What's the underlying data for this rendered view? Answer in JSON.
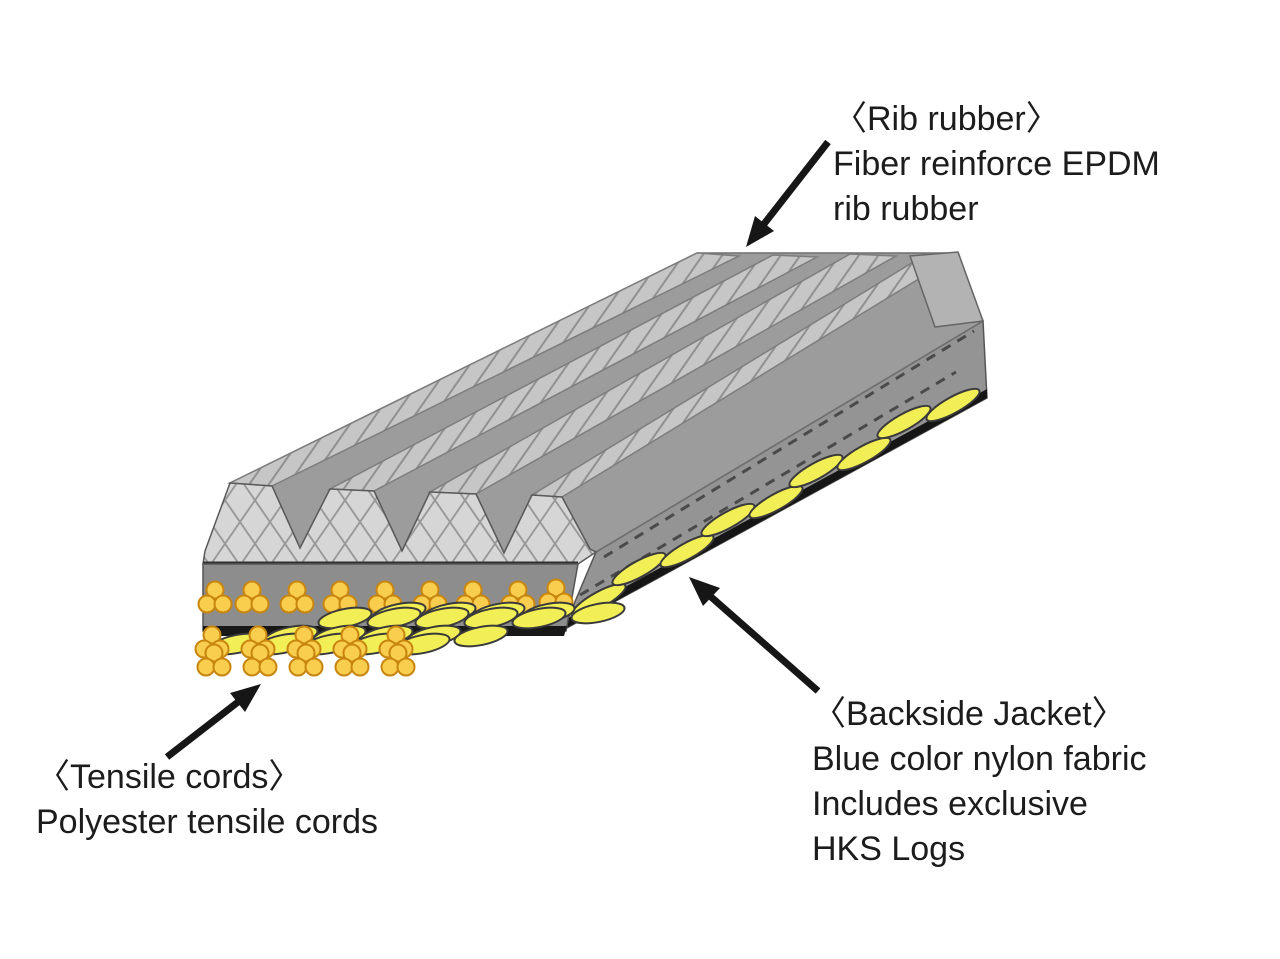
{
  "diagram": {
    "type": "ribbed-belt-construction-diagram",
    "background": "#ffffff",
    "labels": {
      "rib_rubber": {
        "heading": "〈Rib rubber〉",
        "lines": [
          "Fiber reinforce EPDM",
          "rib rubber"
        ]
      },
      "tensile_cords": {
        "heading": "〈Tensile cords〉",
        "lines": [
          "Polyester tensile cords"
        ]
      },
      "backside_jacket": {
        "heading": "〈Backside Jacket〉",
        "lines": [
          "Blue color nylon fabric",
          "Includes exclusive",
          "HKS Logs"
        ]
      }
    },
    "colors": {
      "text": "#1c1c1c",
      "arrow": "#161616",
      "rib_top": "#c6c6c6",
      "valley_gray": "#9c9c9c",
      "cross_section_face": "#d6d6d6",
      "cord_band_gray": "#8d8d8d",
      "side_face_gray": "#949494",
      "jacket_black": "#161616",
      "cord_yellow": "#f9cd4e",
      "cord_outline": "#c8860f",
      "rope_yellow": "#f2ee55",
      "rope_outline": "#3a3a3a"
    }
  }
}
